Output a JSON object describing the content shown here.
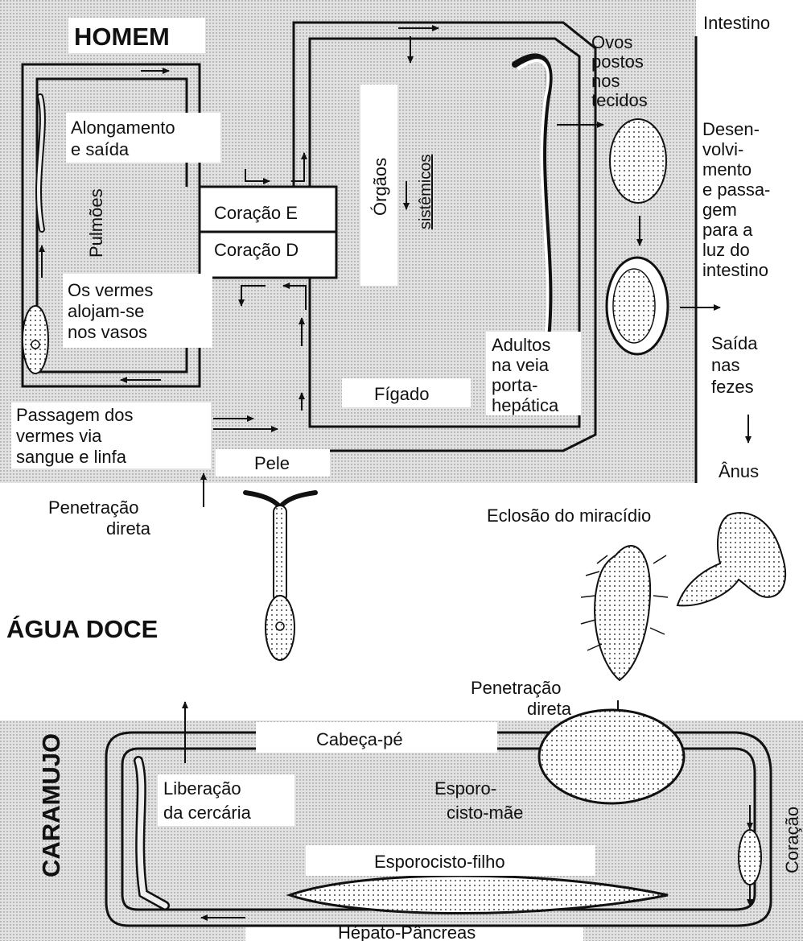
{
  "sections": {
    "homem": "HOMEM",
    "agua_doce": "ÁGUA DOCE",
    "caramujo": "CARAMUJO"
  },
  "homem_labels": {
    "intestino": "Intestino",
    "ovos": [
      "Ovos",
      "postos",
      "nos",
      "tecidos"
    ],
    "alongamento": [
      "Alongamento",
      "e saída"
    ],
    "pulmoes": "Pulmões",
    "coracao_e": "Coração E",
    "coracao_d": "Coração D",
    "orgaos": "Órgãos",
    "sistemicos": "sistêmicos",
    "desenvolvimento": [
      "Desen-",
      "volvi-",
      "mento",
      "e passa-",
      "gem",
      "para a",
      "luz do",
      "intestino"
    ],
    "vermes_alojam": [
      "Os vermes",
      "alojam-se",
      "nos vasos"
    ],
    "adultos": [
      "Adultos",
      "na veia",
      "porta-",
      "hepática"
    ],
    "saida": [
      "Saída",
      "nas",
      "fezes"
    ],
    "figado": "Fígado",
    "passagem": [
      "Passagem dos",
      "vermes via",
      "sangue e linfa"
    ],
    "pele": "Pele",
    "anus": "Ânus"
  },
  "agua_labels": {
    "penetracao_direta_1": [
      "Penetração",
      "direta"
    ],
    "eclosao": "Eclosão do miracídio",
    "penetracao_direta_2": [
      "Penetração",
      "direta"
    ]
  },
  "caramujo_labels": {
    "cabeca_pe": "Cabeça-pé",
    "liberacao": [
      "Liberação",
      "da cercária"
    ],
    "esporocisto_mae": [
      "Esporo-",
      "cisto-mãe"
    ],
    "coracao": "Coração",
    "esporocisto_filho": "Esporocisto-filho",
    "hepato": "Hépato-Pâncreas"
  },
  "colors": {
    "ink": "#111111",
    "shaded": "#d8d8d8",
    "label_bg": "#ffffff"
  }
}
